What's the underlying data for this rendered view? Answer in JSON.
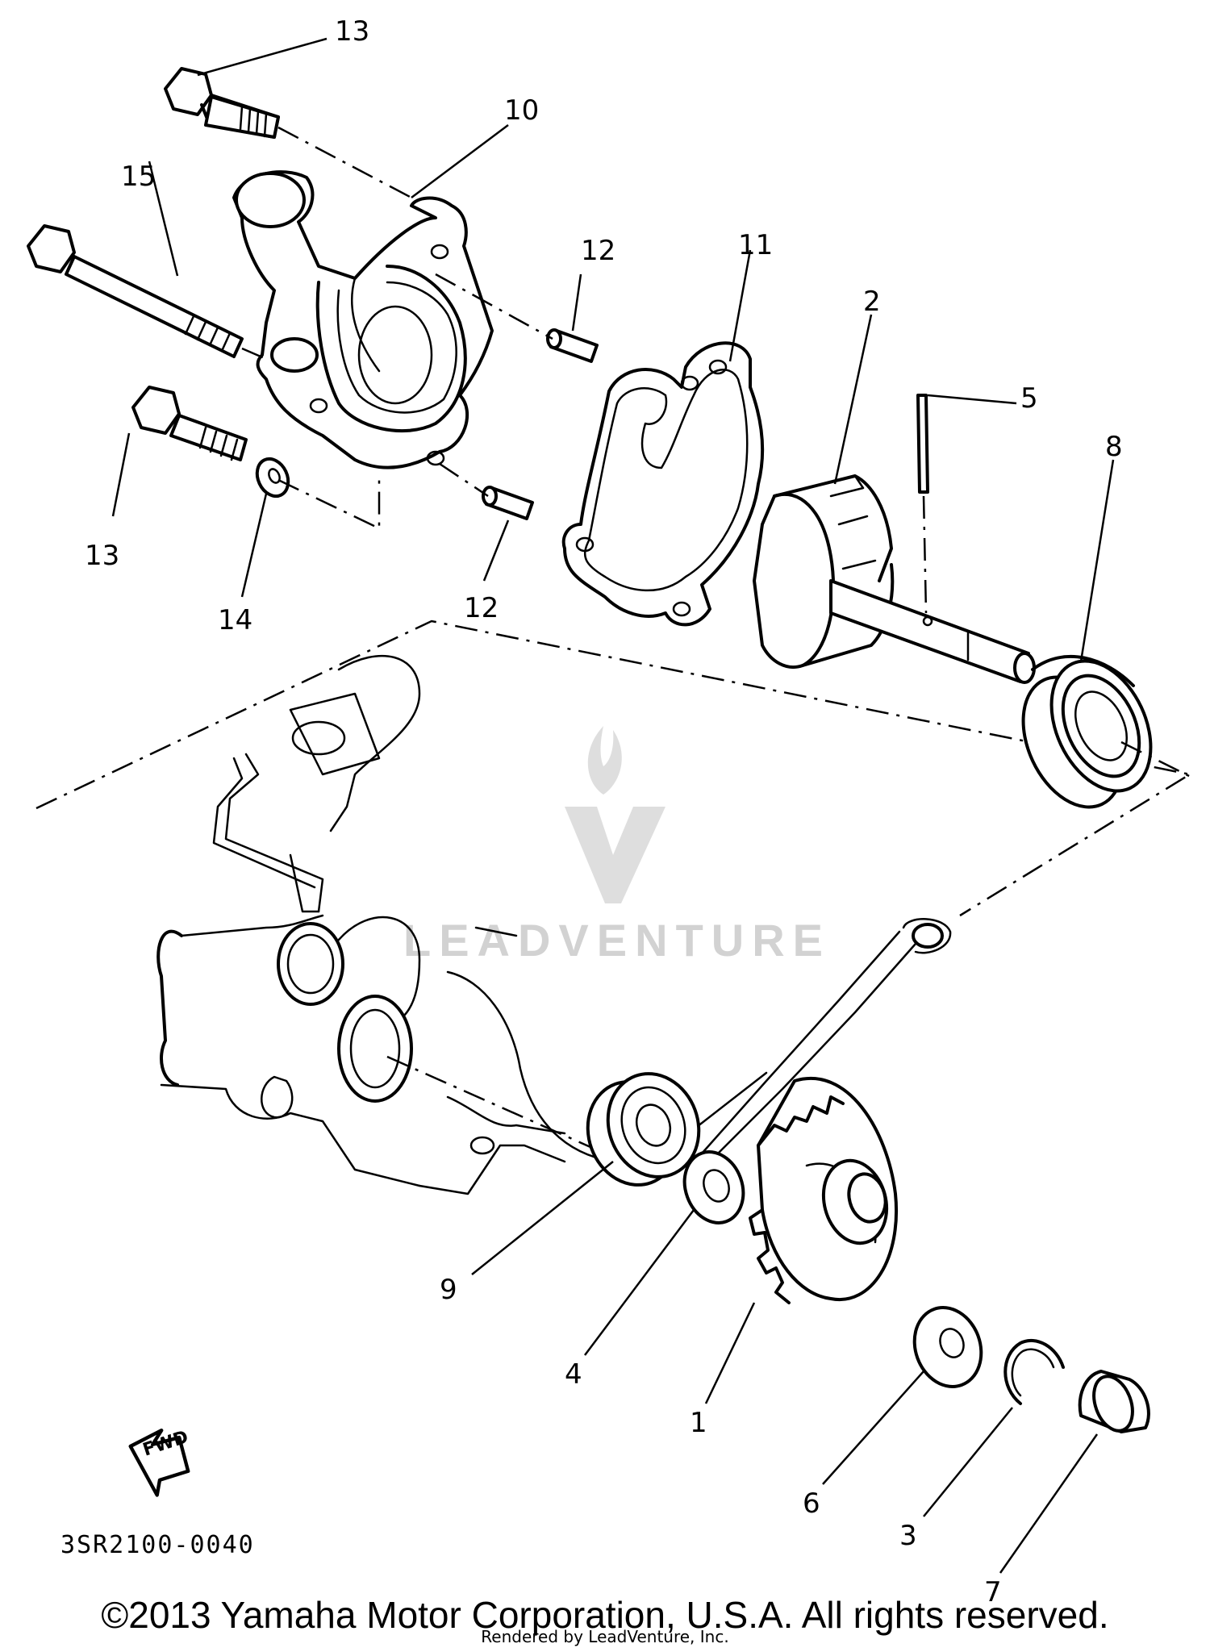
{
  "callouts": {
    "c1": "1",
    "c2": "2",
    "c3": "3",
    "c4": "4",
    "c5": "5",
    "c6": "6",
    "c7": "7",
    "c8": "8",
    "c9": "9",
    "c10": "10",
    "c11": "11",
    "c12a": "12",
    "c12b": "12",
    "c13a": "13",
    "c13b": "13",
    "c14": "14",
    "c15": "15"
  },
  "fwd_label": "FWD",
  "ref_code": "3SR2100-0040",
  "watermark": "LEADVENTURE",
  "copyright": "©2013 Yamaha Motor Corporation, U.S.A. All rights reserved.",
  "rendered_by": "Rendered by LeadVenture, Inc.",
  "colors": {
    "ink": "#000000",
    "background": "#ffffff",
    "watermark": "#d2d2d2"
  }
}
